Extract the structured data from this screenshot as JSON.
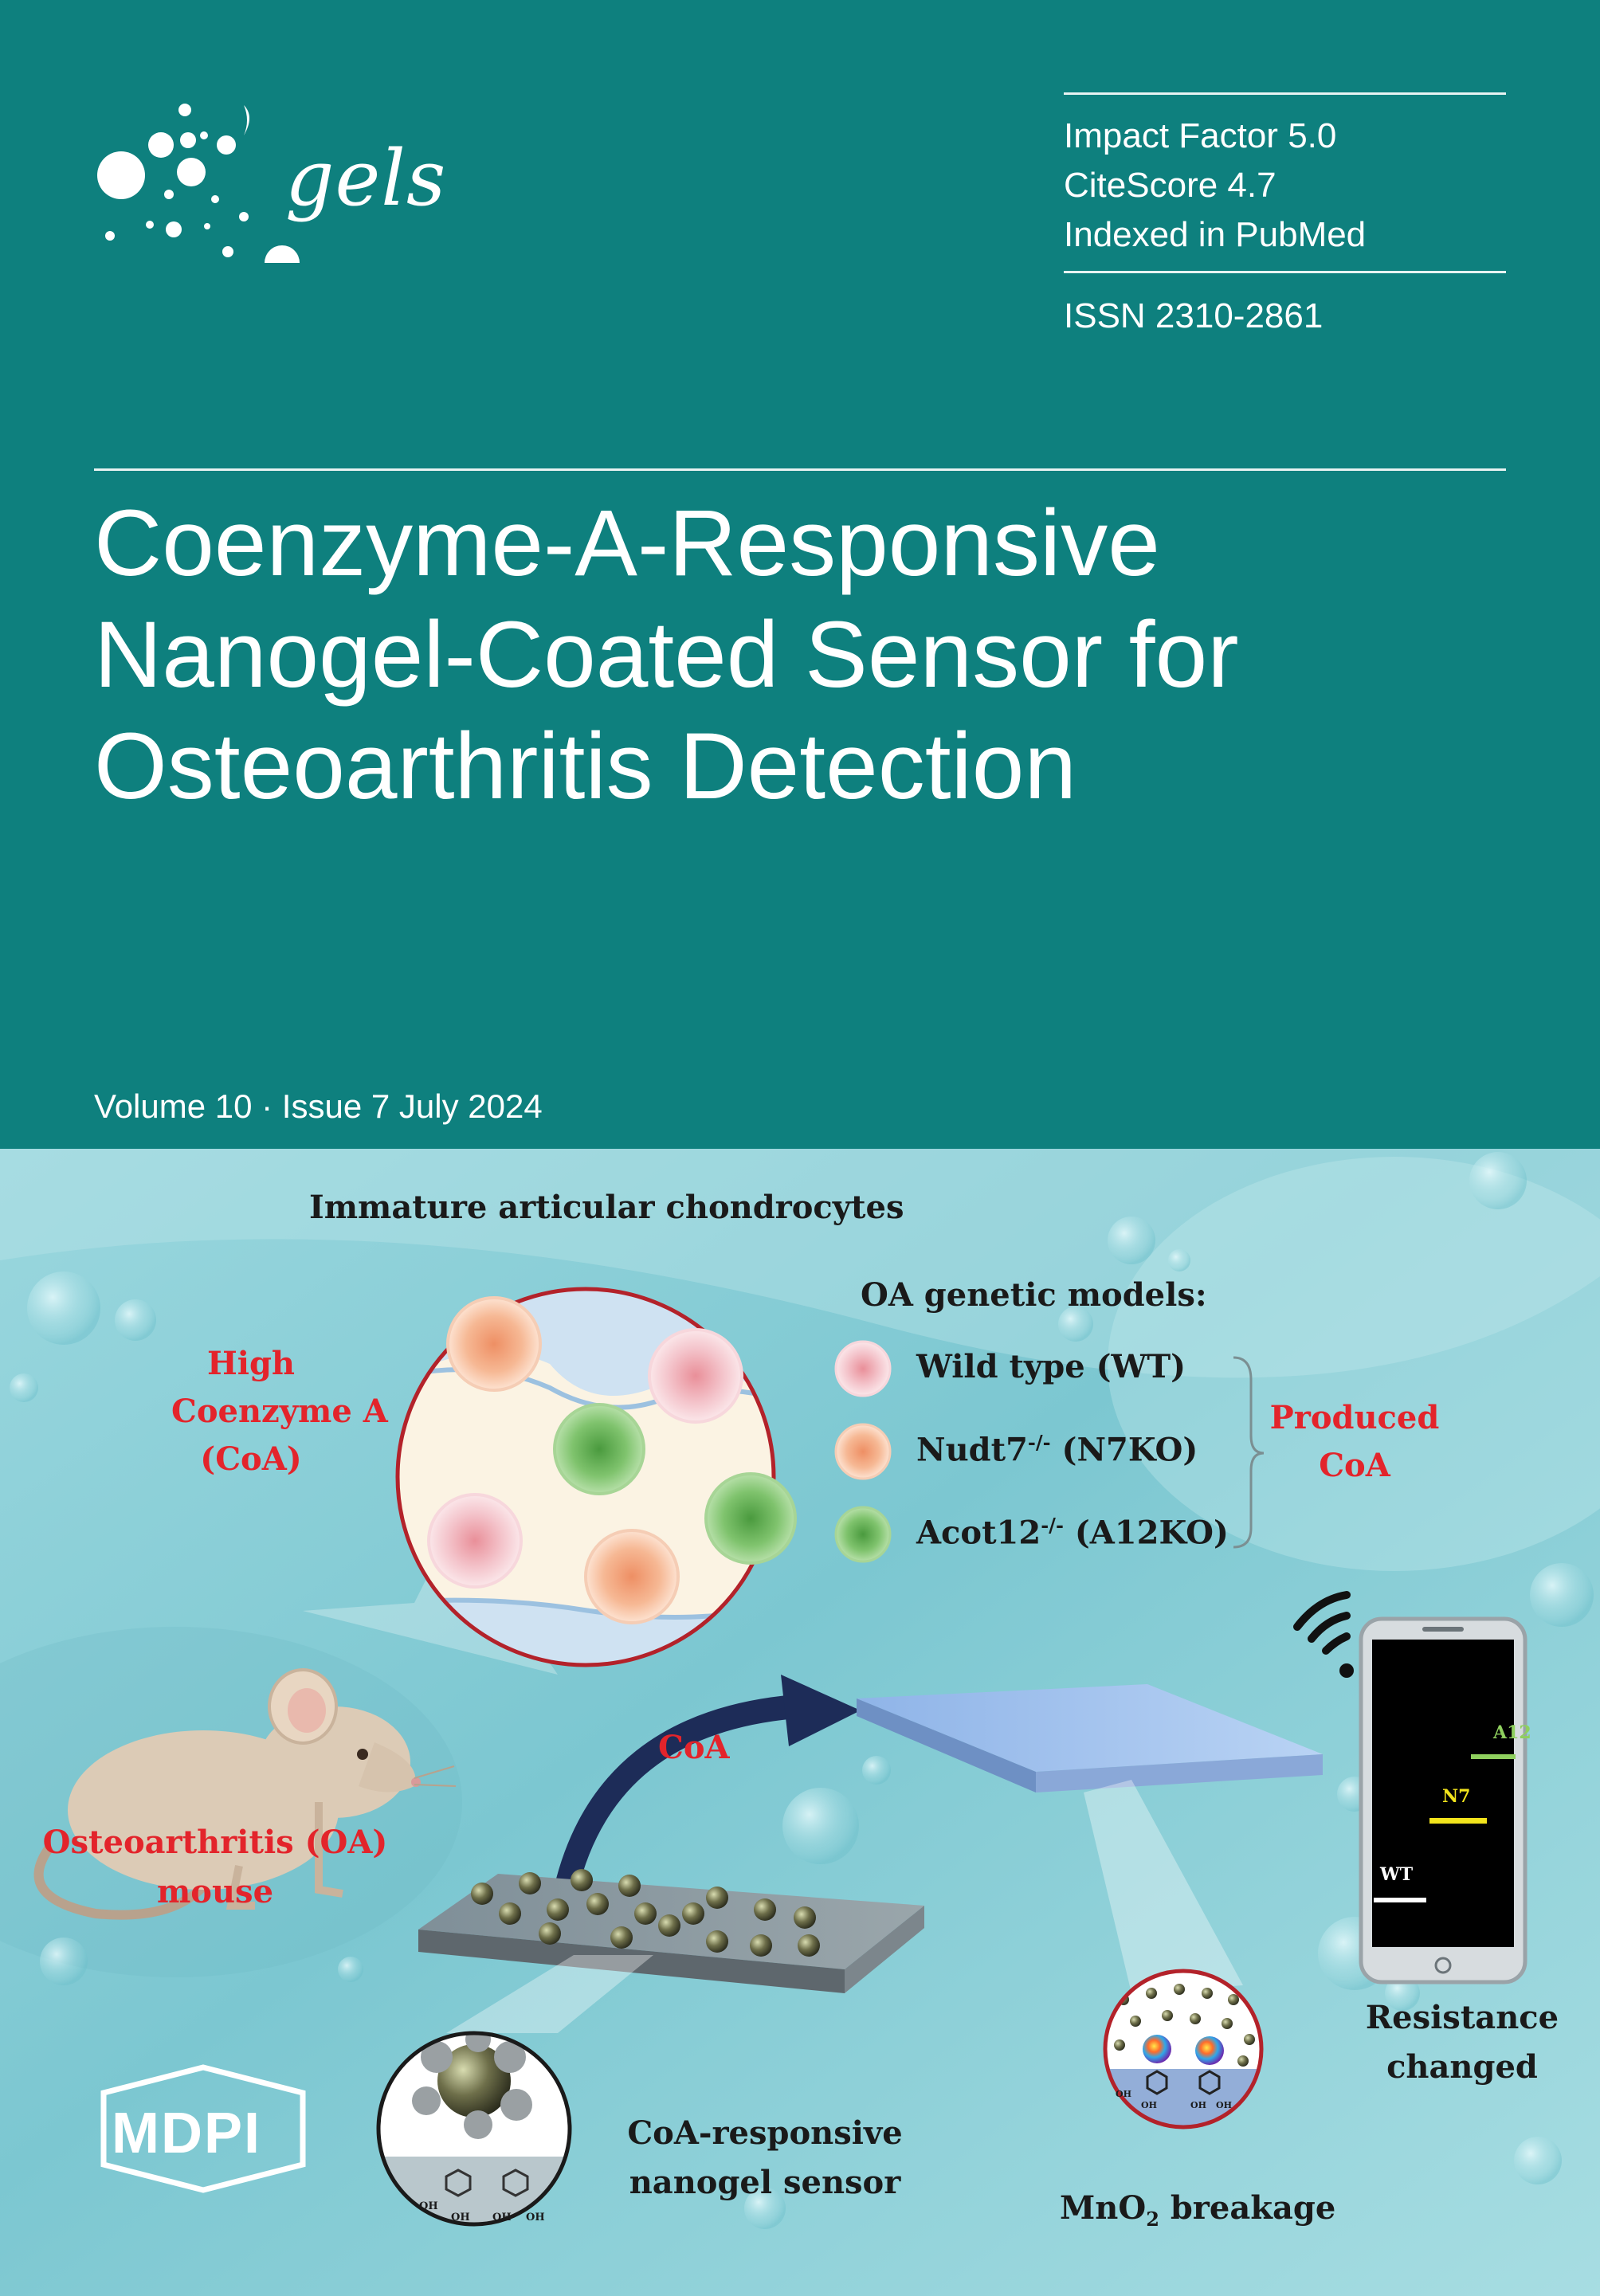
{
  "journal": {
    "name": "gels",
    "publisher": "MDPI"
  },
  "metrics": {
    "impact_factor": "Impact Factor 5.0",
    "citescore": "CiteScore 4.7",
    "indexed": "Indexed in PubMed",
    "issn": "ISSN 2310-2861"
  },
  "article": {
    "title_lines": [
      "Coenzyme-A-Responsive",
      "Nanogel-Coated Sensor for",
      "Osteoarthritis Detection"
    ]
  },
  "issue": {
    "text": "Volume 10 · Issue 7 July 2024"
  },
  "figure": {
    "header": "Immature articular chondrocytes",
    "high_coa": [
      "High",
      "Coenzyme A",
      "(CoA)"
    ],
    "models_title": "OA genetic models:",
    "models": [
      {
        "name": "Wild type (WT)",
        "color": "#e9a9b3"
      },
      {
        "base": "Nudt7",
        "sup": "-/-",
        "suffix": " (N7KO)",
        "color": "#f2a276"
      },
      {
        "base": "Acot12",
        "sup": "-/-",
        "suffix": " (A12KO)",
        "color": "#5fae4e"
      }
    ],
    "produced_coa": [
      "Produced",
      "CoA"
    ],
    "coa_arrow": "CoA",
    "mouse_label": [
      "Osteoarthritis (OA)",
      "mouse"
    ],
    "sensor_label": [
      "CoA-responsive",
      "nanogel sensor"
    ],
    "mno2": {
      "prefix": "MnO",
      "sub": "2",
      "suffix": " breakage"
    },
    "resistance": [
      "Resistance",
      "changed"
    ],
    "phone_bars": [
      "WT",
      "N7",
      "A12"
    ],
    "oh": "OH",
    "colors": {
      "red_text": "#e3242b",
      "teal": "#0e807e",
      "water": "#8fd0d8"
    }
  }
}
